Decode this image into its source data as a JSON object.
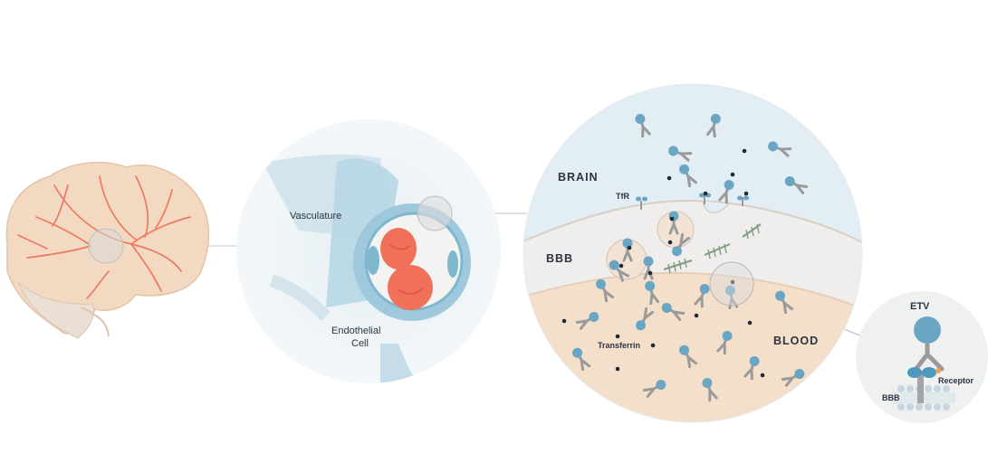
{
  "labels": {
    "vasculature": "Vasculature",
    "endothelial_line1": "Endothelial",
    "endothelial_line2": "Cell",
    "brain": "BRAIN",
    "bbb": "BBB",
    "blood": "BLOOD",
    "tfr": "TfR",
    "transferrin": "Transferrin",
    "etv": "ETV",
    "receptor": "Receptor",
    "bbb_small": "BBB"
  },
  "colors": {
    "brain_fill": "#f3d9c2",
    "brain_vessel": "#ec7a61",
    "brain_zone": "#e2edf4",
    "bbb_zone": "#efeeec",
    "blood_zone": "#f4dfcb",
    "antibody_blue": "#6aa6c4",
    "antibody_grey": "#9a9a9a",
    "transferrin_dot": "#1e2a36",
    "red_cell": "#f0705a",
    "vessel_teal": "#a9cfdf",
    "outline": "#c9cdd1"
  }
}
